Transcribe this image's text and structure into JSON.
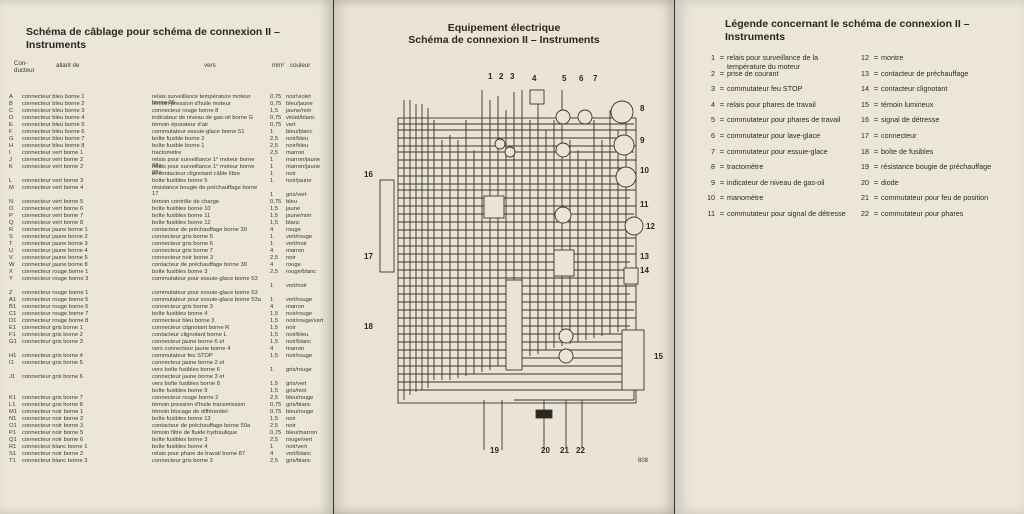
{
  "panel_left": {
    "title": "Schéma de câblage pour schéma de connexion II – Instruments",
    "headers": {
      "code": "Con-\nducteur",
      "from": "allant de",
      "to": "vers",
      "mm": "mm²",
      "color": "couleur"
    },
    "rows": [
      {
        "code": "A",
        "from": "connecteur bleu borne 1",
        "to": "relais surveillance température moteur borne 86",
        "mm": "0,75",
        "col": "noir/violet"
      },
      {
        "code": "B",
        "from": "connecteur bleu borne 2",
        "to": "témoin pression d'huile moteur",
        "mm": "0,75",
        "col": "bleu/jaune"
      },
      {
        "code": "C",
        "from": "connecteur bleu borne 3",
        "to": "connecteur rouge borne 8",
        "mm": "1,5",
        "col": "jaune/noir"
      },
      {
        "code": "D",
        "from": "connecteur bleu borne 4",
        "to": "indicateur de niveau de gas-oil borne G",
        "mm": "0,75",
        "col": "violet/blanc"
      },
      {
        "code": "E",
        "from": "connecteur bleu borne 5",
        "to": "témoin épurateur d'air",
        "mm": "0,75",
        "col": "vert"
      },
      {
        "code": "F",
        "from": "connecteur bleu borne 6",
        "to": "commutateur essuie-glace borne 51",
        "mm": "1",
        "col": "bleu/blanc"
      },
      {
        "code": "G",
        "from": "connecteur bleu borne 7",
        "to": "boîte fusible borne 2",
        "mm": "2,5",
        "col": "noir/bleu"
      },
      {
        "code": "H",
        "from": "connecteur bleu borne 8",
        "to": "boîte fusible borne 1",
        "mm": "2,5",
        "col": "noir/bleu"
      },
      {
        "code": "I",
        "from": "connecteur vert borne 1",
        "to": "tractomètre",
        "mm": "2,5",
        "col": "marron"
      },
      {
        "code": "J",
        "from": "connecteur vert borne 2",
        "to": "relais pour surveillance 1° moteur borne 88a",
        "mm": "1",
        "col": "marron/jaune"
      },
      {
        "code": "K",
        "from": "connecteur vert borne 2",
        "to": "relais pour surveillance 1° moteur borne 88a",
        "mm": "1",
        "col": "marron/jaune"
      },
      {
        "code": "",
        "from": "",
        "to": "et contacteur clignotant câble libre",
        "mm": "1",
        "col": "noir"
      },
      {
        "code": "L",
        "from": "connecteur vert borne 3",
        "to": "boîte fusibles borne 5",
        "mm": "1",
        "col": "noir/jaune"
      },
      {
        "code": "M",
        "from": "connecteur vert borne 4",
        "to": "résistance bougie de préchauffage borne 17",
        "mm": "",
        "col": ""
      },
      {
        "code": "",
        "from": "",
        "to": "",
        "mm": "1",
        "col": "gris/vert"
      },
      {
        "code": "N",
        "from": "connecteur vert borne 5",
        "to": "témoin contrôle de charge",
        "mm": "0,75",
        "col": "bleu"
      },
      {
        "code": "O",
        "from": "connecteur vert borne 6",
        "to": "boîte fusibles borne 10",
        "mm": "1,5",
        "col": "jaune"
      },
      {
        "code": "P",
        "from": "connecteur vert borne 7",
        "to": "boîte fusibles borne 11",
        "mm": "1,5",
        "col": "jaune/noir"
      },
      {
        "code": "Q",
        "from": "connecteur vert borne 8",
        "to": "boîte fusibles borne 12",
        "mm": "1,5",
        "col": "blanc"
      },
      {
        "code": "R",
        "from": "connecteur jaune borne 1",
        "to": "contacteur de préchauffage borne 30",
        "mm": "4",
        "col": "rouge"
      },
      {
        "code": "S",
        "from": "connecteur jaune borne 2",
        "to": "connecteur gris borne 5",
        "mm": "1",
        "col": "vert/rouge"
      },
      {
        "code": "T",
        "from": "connecteur jaune borne 3",
        "to": "connecteur gris borne 6",
        "mm": "1",
        "col": "vert/noir"
      },
      {
        "code": "U",
        "from": "connecteur jaune borne 4",
        "to": "connecteur gris borne 7",
        "mm": "4",
        "col": "marron"
      },
      {
        "code": "V",
        "from": "connecteur jaune borne 5",
        "to": "connecteur noir borne 3",
        "mm": "2,5",
        "col": "noir"
      },
      {
        "code": "W",
        "from": "connecteur jaune borne 8",
        "to": "contacteur de préchauffage borne 30",
        "mm": "4",
        "col": "rouge"
      },
      {
        "code": "X",
        "from": "connecteur rouge borne 1",
        "to": "boîte fusibles borne 3",
        "mm": "2,5",
        "col": "rouge/blanc"
      },
      {
        "code": "Y",
        "from": "connecteur rouge borne 3",
        "to": "commutateur pour essuie-glace borne 53",
        "mm": "",
        "col": ""
      },
      {
        "code": "",
        "from": "",
        "to": "",
        "mm": "1",
        "col": "vert/noir"
      },
      {
        "code": "Z",
        "from": "connecteur rouge borne 1",
        "to": "commutateur pour essuie-glace borne 53",
        "mm": "",
        "col": ""
      },
      {
        "code": "A1",
        "from": "connecteur rouge borne 5",
        "to": "commutateur pour essuie-glace borne 53a",
        "mm": "1",
        "col": "vert/rouge"
      },
      {
        "code": "B1",
        "from": "connecteur rouge borne 6",
        "to": "connecteur gris borne 3",
        "mm": "4",
        "col": "marron"
      },
      {
        "code": "C1",
        "from": "connecteur rouge borne 7",
        "to": "boîte fusibles borne 4",
        "mm": "1,5",
        "col": "noir/rouge"
      },
      {
        "code": "D1",
        "from": "connecteur rouge borne 8",
        "to": "connecteur bleu borne 3",
        "mm": "1,5",
        "col": "noir/rouge/vert"
      },
      {
        "code": "E1",
        "from": "connecteur gris borne 1",
        "to": "connecteur clignotant borne R",
        "mm": "1,5",
        "col": "noir"
      },
      {
        "code": "F1",
        "from": "connecteur gris borne 2",
        "to": "contacteur clignotant borne L",
        "mm": "1,5",
        "col": "noir/bleu"
      },
      {
        "code": "G1",
        "from": "connecteur gris borne 3",
        "to": "connecteur jaune borne 6 et",
        "mm": "1,5",
        "col": "noir/blanc"
      },
      {
        "code": "",
        "from": "",
        "to": "vers connecteur jaune borne 4",
        "mm": "4",
        "col": "marron"
      },
      {
        "code": "H1",
        "from": "connecteur gris borne 4",
        "to": "commutateur feu STOP",
        "mm": "1,5",
        "col": "noir/rouge"
      },
      {
        "code": "I1",
        "from": "connecteur gris borne 5",
        "to": "connecteur jaune borne 2 et",
        "mm": "",
        "col": ""
      },
      {
        "code": "",
        "from": "",
        "to": "vers boîte fusibles borne 6",
        "mm": "1",
        "col": "gris/rouge"
      },
      {
        "code": "J1",
        "from": "connecteur gris borne 6",
        "to": "connecteur jaune borne 3 et",
        "mm": "",
        "col": ""
      },
      {
        "code": "",
        "from": "",
        "to": "vers boîte fusibles borne 8",
        "mm": "1,5",
        "col": "gris/vert"
      },
      {
        "code": "",
        "from": "",
        "to": "boîte fusibles borne 9",
        "mm": "1,5",
        "col": "gris/noir"
      },
      {
        "code": "K1",
        "from": "connecteur gris borne 7",
        "to": "connecteur rouge borne 2",
        "mm": "2,5",
        "col": "bleu/rouge"
      },
      {
        "code": "L1",
        "from": "connecteur gris borne 8",
        "to": "témoin pression d'huile transmission",
        "mm": "0,75",
        "col": "gris/blanc"
      },
      {
        "code": "M1",
        "from": "connecteur noir borne 1",
        "to": "témoin blocage de différentiel",
        "mm": "0,75",
        "col": "bleu/rouge"
      },
      {
        "code": "N1",
        "from": "connecteur noir borne 2",
        "to": "boîte fusibles borne 13",
        "mm": "1,5",
        "col": "noir"
      },
      {
        "code": "O1",
        "from": "connecteur noir borne 3",
        "to": "contacteur de préchauffage borne 50a",
        "mm": "2,5",
        "col": "noir"
      },
      {
        "code": "P1",
        "from": "connecteur noir borne 5",
        "to": "témoin filtre de fluide hydraulique",
        "mm": "0,75",
        "col": "bleu/marron"
      },
      {
        "code": "Q1",
        "from": "connecteur noir borne 6",
        "to": "boîte fusibles borne 3",
        "mm": "2,5",
        "col": "rouge/vert"
      },
      {
        "code": "R1",
        "from": "connecteur blanc borne 1",
        "to": "boîte fusibles borne 4",
        "mm": "1",
        "col": "noir/vert"
      },
      {
        "code": "S1",
        "from": "connecteur noir borne 2",
        "to": "relais pour phare de travail borne 87",
        "mm": "4",
        "col": "vert/blanc"
      },
      {
        "code": "T1",
        "from": "connecteur blanc borne 3",
        "to": "connecteur gris borne 2",
        "mm": "2,5",
        "col": "gris/blanc"
      }
    ]
  },
  "panel_middle": {
    "title": "Equipement électrique",
    "subtitle": "Schéma de connexion II – Instruments",
    "labels_top": [
      "1",
      "2",
      "3",
      "4",
      "5",
      "6",
      "7"
    ],
    "labels_right": [
      "8",
      "9",
      "10",
      "11",
      "12",
      "13",
      "14",
      "15"
    ],
    "labels_left": [
      "16",
      "17",
      "18"
    ],
    "labels_bottom": [
      "19",
      "20",
      "21",
      "22"
    ],
    "page_no": "808"
  },
  "panel_right": {
    "title": "Légende concernant le schéma de connexion II – Instruments",
    "eq": "=",
    "col1": [
      {
        "n": "1",
        "text": "relais pour surveillance de la température du moteur"
      },
      {
        "n": "2",
        "text": "prise de courant"
      },
      {
        "n": "3",
        "text": "commutateur feu STOP"
      },
      {
        "n": "4",
        "text": "relais pour phares de travail"
      },
      {
        "n": "5",
        "text": "commutateur pour phares de travail"
      },
      {
        "n": "6",
        "text": "commutateur pour lave-glace"
      },
      {
        "n": "7",
        "text": "commutateur pour essuie-glace"
      },
      {
        "n": "8",
        "text": "tractomètre"
      },
      {
        "n": "9",
        "text": "indicateur de niveau de gas-oil"
      },
      {
        "n": "10",
        "text": "manomètre"
      },
      {
        "n": "11",
        "text": "commutateur pour signal de détresse"
      }
    ],
    "col2": [
      {
        "n": "12",
        "text": "montre"
      },
      {
        "n": "13",
        "text": "contacteur de préchauffage"
      },
      {
        "n": "14",
        "text": "contacteur clignotant"
      },
      {
        "n": "15",
        "text": "témoin lumineux"
      },
      {
        "n": "16",
        "text": "signal de détresse"
      },
      {
        "n": "17",
        "text": "connecteur"
      },
      {
        "n": "18",
        "text": "boîte de fusibles"
      },
      {
        "n": "19",
        "text": "résistance bougie de préchauffage"
      },
      {
        "n": "20",
        "text": "diode"
      },
      {
        "n": "21",
        "text": "commutateur pour feu de position"
      },
      {
        "n": "22",
        "text": "commutateur pour phares"
      }
    ]
  },
  "colors": {
    "paper": "#ebe4d6",
    "ink": "#2b2823",
    "background": "#3a3530"
  }
}
